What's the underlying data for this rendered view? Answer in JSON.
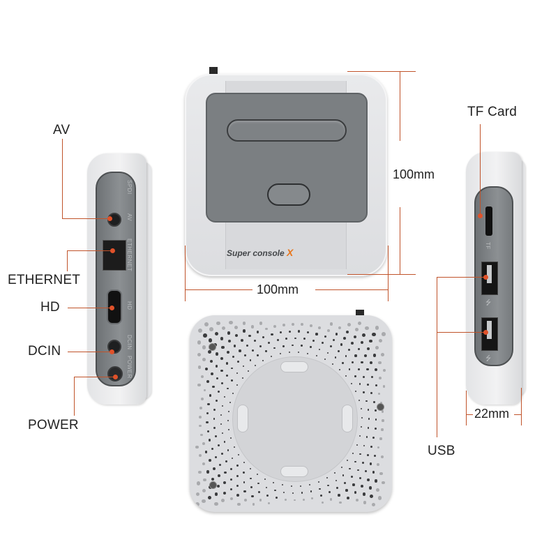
{
  "figure": {
    "type": "product-dimension-diagram",
    "product_name": "Super console X",
    "brand_text": "Super console",
    "brand_mark": "X",
    "accent_color": "#e8761c",
    "annotation_color": "#c0532a"
  },
  "dimensions": {
    "height": "100mm",
    "width": "100mm",
    "depth": "22mm"
  },
  "left_side_labels": {
    "av": "AV",
    "ethernet": "ETHERNET",
    "hd": "HD",
    "dcin": "DCIN",
    "power": "POWER"
  },
  "left_side_engraved": {
    "spdif": "SPDI",
    "av": "AV",
    "ethernet": "ETHERNET",
    "hd": "HD",
    "dcin": "DCIN",
    "power": "POWER"
  },
  "right_side_labels": {
    "tf_card": "TF Card",
    "usb": "USB"
  },
  "right_side_engraved": {
    "tf": "TF",
    "usb_symbol_1": "⭍",
    "usb_symbol_2": "⭍"
  },
  "views": [
    "top",
    "left-side",
    "right-side",
    "bottom"
  ]
}
